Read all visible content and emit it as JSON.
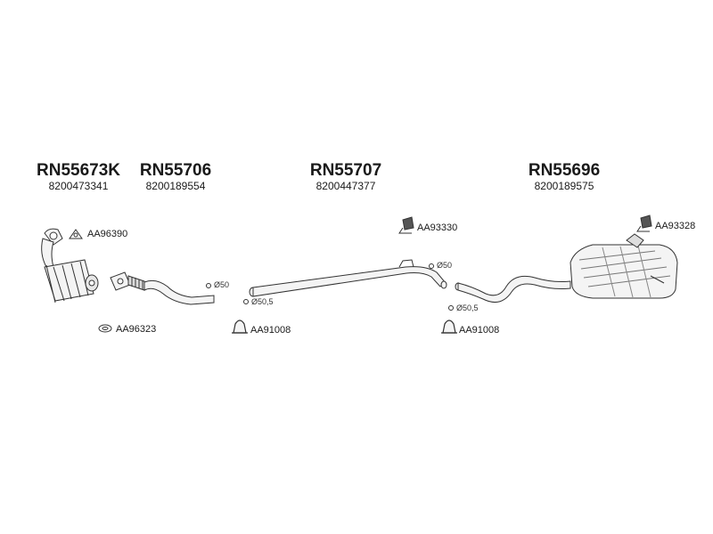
{
  "parts": [
    {
      "name": "RN55673K",
      "number": "8200473341"
    },
    {
      "name": "RN55706",
      "number": "8200189554"
    },
    {
      "name": "RN55707",
      "number": "8200447377"
    },
    {
      "name": "RN55696",
      "number": "8200189575"
    }
  ],
  "accessories": {
    "gasket_top": "AA96390",
    "gasket_bottom": "AA96323",
    "clamp_left": "AA91008",
    "clamp_right": "AA91008",
    "hanger_mid": "AA93330",
    "hanger_rear": "AA93328"
  },
  "dimensions": {
    "d_front_outlet": "Ø50",
    "d_mid_inlet": "Ø50,5",
    "d_mid_outlet": "Ø50",
    "d_rear_inlet": "Ø50,5"
  },
  "colors": {
    "line": "#333333",
    "fill": "#f4f4f4",
    "shade": "#c8c8c8"
  }
}
